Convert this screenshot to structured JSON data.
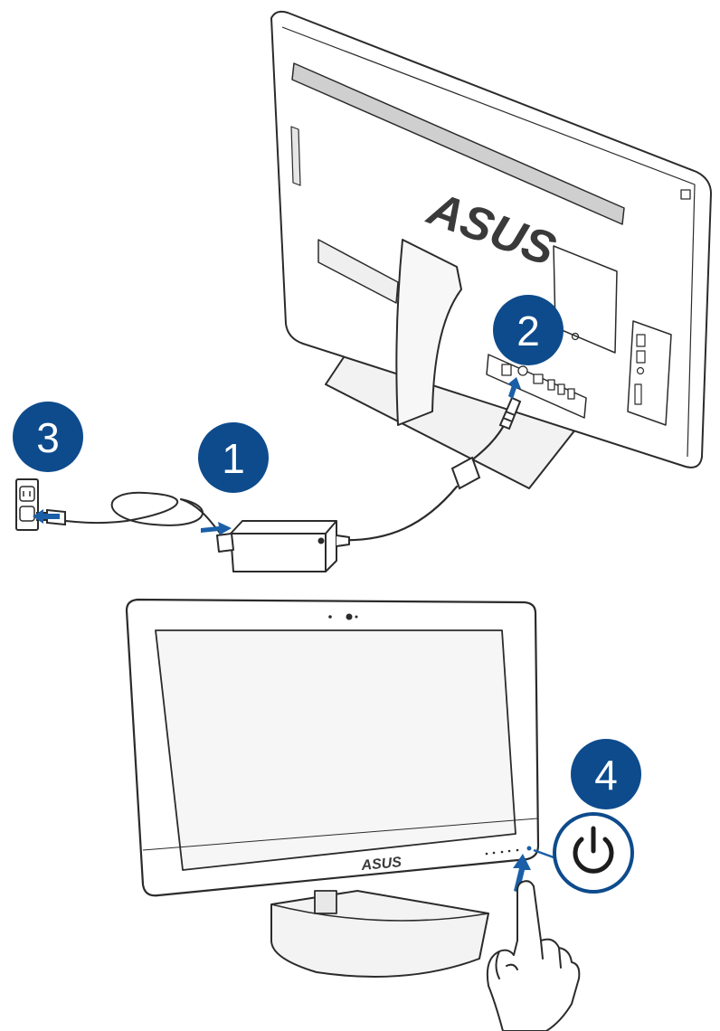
{
  "colors": {
    "step_badge": "#0d4b8c",
    "arrow": "#1a5fa8",
    "outline": "#2b2b2b",
    "device_fill": "#ffffff",
    "shadow_grey": "#d9d9d9"
  },
  "brand": {
    "logo_rear": "ASUS",
    "logo_front": "ASUS"
  },
  "steps": [
    {
      "number": "1"
    },
    {
      "number": "2"
    },
    {
      "number": "3"
    },
    {
      "number": "4"
    }
  ],
  "icons": {
    "power": "power-icon",
    "outlet": "wall-outlet-icon",
    "hand": "pointing-hand-icon"
  }
}
